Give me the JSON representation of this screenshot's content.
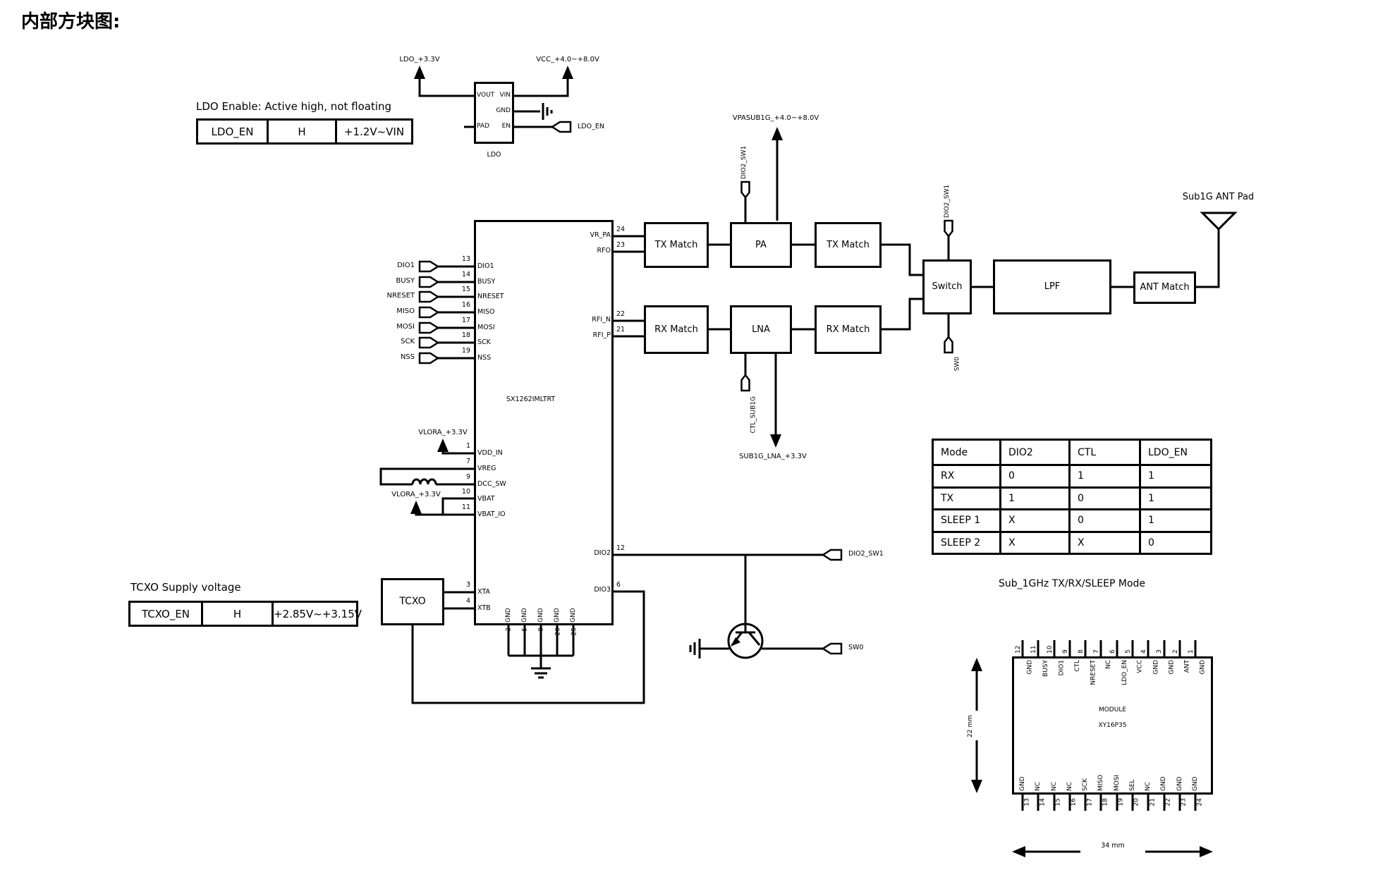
{
  "title": "内部方块图:",
  "ldo": {
    "caption": "LDO Enable: Active high, not floating",
    "table": [
      "LDO_EN",
      "H",
      "+1.2V~VIN"
    ],
    "block_label": "LDO",
    "pin_vout": "VOUT",
    "pin_vin": "VIN",
    "pin_gnd": "GND",
    "pin_pad": "PAD",
    "pin_en": "EN",
    "net_vout": "LDO_+3.3V",
    "net_vin": "VCC_+4.0~+8.0V",
    "net_en": "LDO_EN"
  },
  "tcxo": {
    "caption": "TCXO Supply voltage",
    "table": [
      "TCXO_EN",
      "H",
      "+2.85V~+3.15V"
    ],
    "block_label": "TCXO"
  },
  "ic": {
    "label": "SX1262IMLTRT",
    "left_pins": [
      {
        "net": "DIO1",
        "num": "13",
        "name": "DIO1"
      },
      {
        "net": "BUSY",
        "num": "14",
        "name": "BUSY"
      },
      {
        "net": "NRESET",
        "num": "15",
        "name": "NRESET"
      },
      {
        "net": "MISO",
        "num": "16",
        "name": "MISO"
      },
      {
        "net": "MOSI",
        "num": "17",
        "name": "MOSI"
      },
      {
        "net": "SCK",
        "num": "18",
        "name": "SCK"
      },
      {
        "net": "NSS",
        "num": "19",
        "name": "NSS"
      }
    ],
    "right_pins": {
      "vr_pa": {
        "name": "VR_PA",
        "num": "24"
      },
      "rfo": {
        "name": "RFO",
        "num": "23"
      },
      "rfi_n": {
        "name": "RFI_N",
        "num": "22"
      },
      "rfi_p": {
        "name": "RFI_P",
        "num": "21"
      },
      "dio2": {
        "name": "DIO2",
        "num": "12"
      },
      "dio3": {
        "name": "DIO3",
        "num": "6"
      }
    },
    "power_pins": [
      {
        "num": "1",
        "name": "VDD_IN"
      },
      {
        "num": "7",
        "name": "VREG"
      },
      {
        "num": "9",
        "name": "DCC_SW"
      },
      {
        "num": "10",
        "name": "VBAT"
      },
      {
        "num": "11",
        "name": "VBAT_IO"
      }
    ],
    "xtal_pins": [
      {
        "num": "3",
        "name": "XTA"
      },
      {
        "num": "4",
        "name": "XTB"
      }
    ],
    "gnd_label": "GND",
    "gnd_pins": [
      {
        "num": "2"
      },
      {
        "num": "5"
      },
      {
        "num": "8"
      },
      {
        "num": "20"
      },
      {
        "num": "25"
      }
    ],
    "net_vlora1": "VLORA_+3.3V",
    "net_vlora2": "VLORA_+3.3V"
  },
  "rf": {
    "tx_match1": "TX Match",
    "pa": "PA",
    "tx_match2": "TX Match",
    "rx_match1": "RX Match",
    "lna": "LNA",
    "rx_match2": "RX Match",
    "switch": "Switch",
    "lpf": "LPF",
    "ant_match": "ANT Match",
    "ant_pad": "Sub1G ANT Pad",
    "net_vpa": "VPASUB1G_+4.0~+8.0V",
    "net_lna": "SUB1G_LNA_+3.3V",
    "tag_ctl": "CTL_SUB1G",
    "tag_dio2_pa": "DIO2_SW1",
    "tag_dio2_switch": "DIO2_SW1",
    "tag_sw0_switch": "SW0",
    "tag_dio2_out": "DIO2_SW1",
    "tag_sw0_out": "SW0"
  },
  "mode_table": {
    "headers": [
      "Mode",
      "DIO2",
      "CTL",
      "LDO_EN"
    ],
    "rows": [
      [
        "RX",
        "0",
        "1",
        "1"
      ],
      [
        "TX",
        "1",
        "0",
        "1"
      ],
      [
        "SLEEP 1",
        "X",
        "0",
        "1"
      ],
      [
        "SLEEP 2",
        "X",
        "X",
        "0"
      ]
    ],
    "caption": "Sub_1GHz TX/RX/SLEEP Mode"
  },
  "module": {
    "name": "MODULE",
    "part": "XY16P35",
    "top_pins": [
      {
        "num": "12",
        "name": "GND"
      },
      {
        "num": "11",
        "name": "BUSY"
      },
      {
        "num": "10",
        "name": "DIO1"
      },
      {
        "num": "9",
        "name": "CTL"
      },
      {
        "num": "8",
        "name": "NRESET"
      },
      {
        "num": "7",
        "name": "NC"
      },
      {
        "num": "6",
        "name": "LDO_EN"
      },
      {
        "num": "5",
        "name": "VCC"
      },
      {
        "num": "4",
        "name": "GND"
      },
      {
        "num": "3",
        "name": "GND"
      },
      {
        "num": "2",
        "name": "ANT"
      },
      {
        "num": "1",
        "name": "GND"
      }
    ],
    "bottom_pins": [
      {
        "num": "13",
        "name": "GND"
      },
      {
        "num": "14",
        "name": "NC"
      },
      {
        "num": "15",
        "name": "NC"
      },
      {
        "num": "16",
        "name": "NC"
      },
      {
        "num": "17",
        "name": "SCK"
      },
      {
        "num": "18",
        "name": "MISO"
      },
      {
        "num": "19",
        "name": "MOSI"
      },
      {
        "num": "20",
        "name": "SEL"
      },
      {
        "num": "21",
        "name": "NC"
      },
      {
        "num": "22",
        "name": "GND"
      },
      {
        "num": "23",
        "name": "GND"
      },
      {
        "num": "24",
        "name": "GND"
      }
    ],
    "dim_height": "22 mm",
    "dim_width": "34 mm"
  }
}
